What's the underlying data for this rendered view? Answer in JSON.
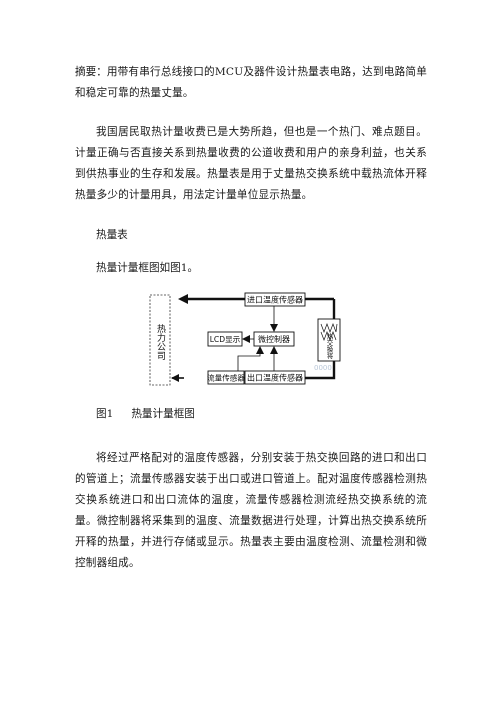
{
  "abstract": {
    "label": "摘要：",
    "text": "用带有串行总线接口的MCU及器件设计热量表电路，达到电路简单和稳定可靠的热量丈量。"
  },
  "paragraphs": {
    "intro_1": "我国居民取热计量收费已是大势所趋，但也是一个热门、难点题目。计量正确与否直接关系到热量收费的公道收费和用户的亲身利益，也关系到供热事业的生存和发展。热量表是用于丈量热交换系统中载热流体开释热量多少的计量用具，用法定计量单位显示热量。",
    "figure_ref": "热量计量框图如图1。",
    "description": "将经过严格配对的温度传感器，分别安装于热交换回路的进口和出口的管道上；流量传感器安装于出口或进口管道上。配对温度传感器检测热交换系统进口和出口流体的温度，流量传感器检测流经热交换系统的流量。微控制器将采集到的温度、流量数据进行处理，计算出热交换系统所开释的热量，并进行存储或显示。热量表主要由温度检测、流量检测和微控制器组成。"
  },
  "section_heading": "热量表",
  "figure": {
    "caption_num": "图1",
    "caption_text": "热量计量框图",
    "blocks": {
      "heat_company": "热力公司",
      "inlet_sensor": "进口温度传感器",
      "lcd": "LCD显示",
      "mcu": "微控制器",
      "heat_exchanger": "热交换将",
      "flow_sensor": "流量传感器",
      "outlet_sensor": "出口温度传感器"
    },
    "watermark": "0000"
  }
}
